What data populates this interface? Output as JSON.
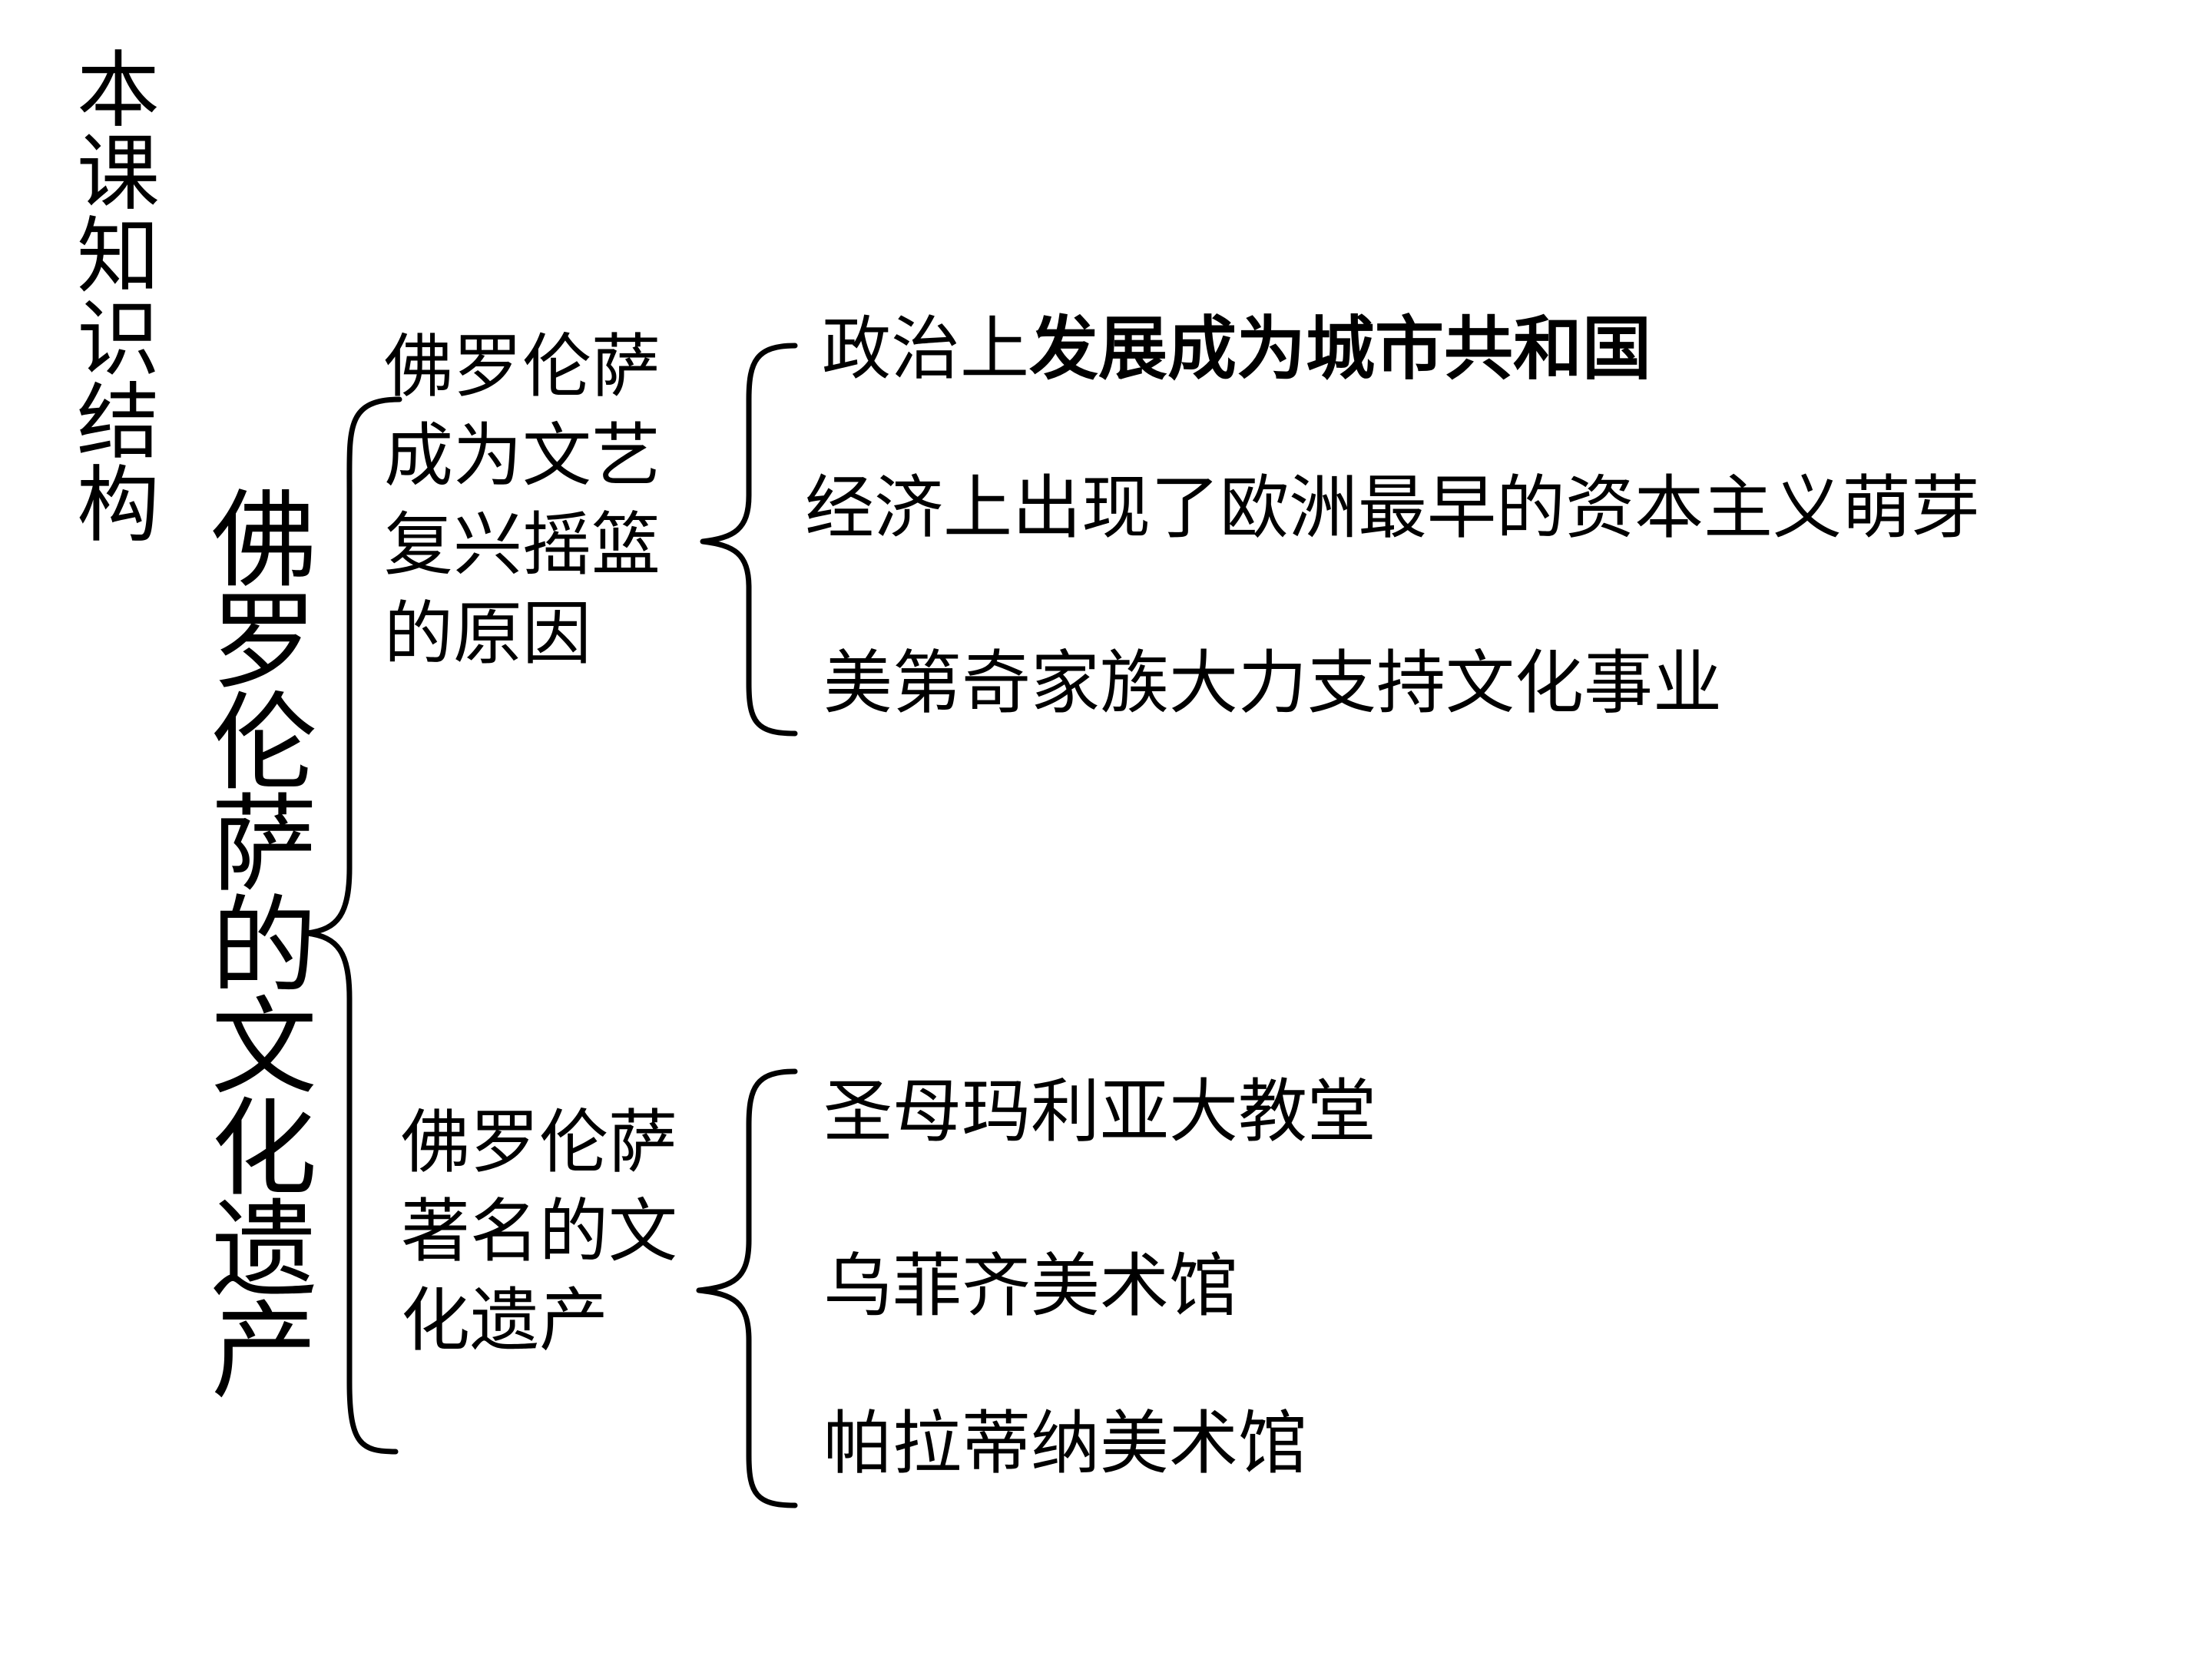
{
  "section_title": "本课知识结构",
  "main_topic": "佛罗伦萨的文化遗产",
  "branches": [
    {
      "label_lines": [
        "佛罗伦萨",
        "成为文艺",
        "复兴摇篮",
        "的原因"
      ],
      "items": [
        {
          "normal": "政治上",
          "bold": "发展成为城市共和国"
        },
        {
          "normal": "经济上出现了欧洲最早的资本主义萌芽",
          "bold": ""
        },
        {
          "normal": "美第奇家族大力支持文化事业",
          "bold": ""
        }
      ]
    },
    {
      "label_lines": [
        "佛罗伦萨",
        "著名的文",
        "化遗产"
      ],
      "items": [
        {
          "normal": "圣母玛利亚大教堂",
          "bold": ""
        },
        {
          "normal": "乌菲齐美术馆",
          "bold": ""
        },
        {
          "normal": "帕拉蒂纳美术馆",
          "bold": ""
        }
      ]
    }
  ]
}
